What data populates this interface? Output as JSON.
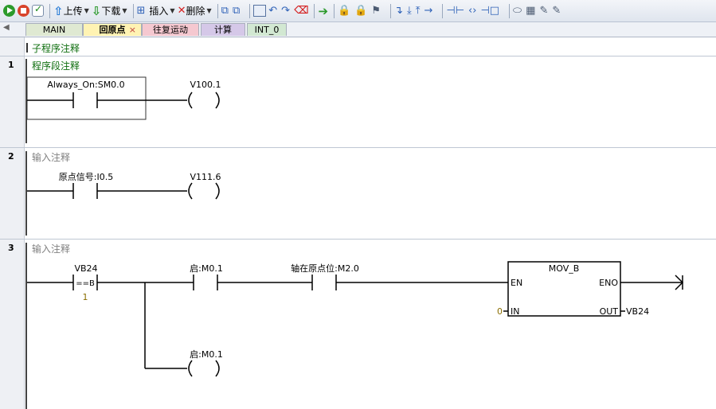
{
  "toolbar": {
    "upload_label": "上传",
    "download_label": "下载",
    "insert_label": "插入",
    "delete_label": "删除"
  },
  "tabs": {
    "main": "MAIN",
    "home": "回原点",
    "home_close": "×",
    "recip": "往复运动",
    "calc": "计算",
    "int0": "INT_0"
  },
  "subroutine_comment": "子程序注释",
  "networks": [
    {
      "number": "1",
      "comment": "程序段注释",
      "contact_label": "Always_On:SM0.0",
      "coil_label": "V100.1"
    },
    {
      "number": "2",
      "comment": "输入注释",
      "contact_label": "原点信号:I0.5",
      "coil_label": "V111.6"
    },
    {
      "number": "3",
      "comment": "输入注释",
      "compare_top": "VB24",
      "compare_op": "==B",
      "compare_bottom": "1",
      "contact2_label": "启:M0.1",
      "contact3_label": "轴在原点位:M2.0",
      "coil_label": "启:M0.1",
      "box": {
        "title": "MOV_B",
        "en": "EN",
        "eno": "ENO",
        "in": "IN",
        "out": "OUT",
        "in_value": "0",
        "out_value": "VB24"
      }
    }
  ]
}
